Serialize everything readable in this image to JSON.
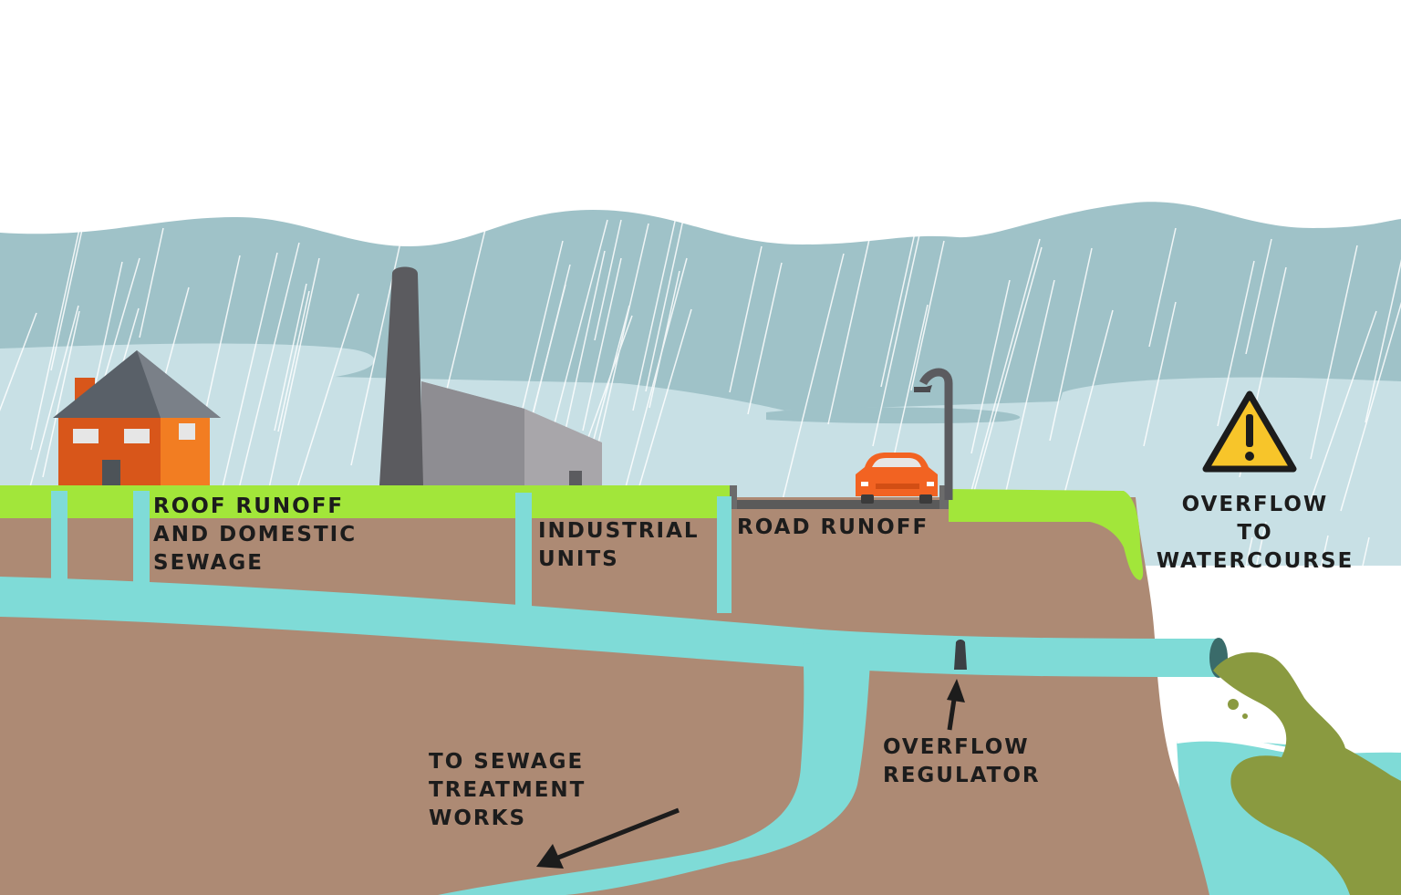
{
  "labels": {
    "roof_runoff": [
      "ROOF RUNOFF",
      "AND DOMESTIC",
      "SEWAGE"
    ],
    "industrial_units": [
      "INDUSTRIAL",
      "UNITS"
    ],
    "road_runoff": [
      "ROAD RUNOFF"
    ],
    "overflow_to_watercourse": [
      "OVERFLOW",
      "TO",
      "WATERCOURSE"
    ],
    "overflow_regulator": [
      "OVERFLOW",
      "REGULATOR"
    ],
    "to_sewage_treatment_works": [
      "TO SEWAGE",
      "TREATMENT",
      "WORKS"
    ]
  },
  "icons": {
    "warning": "warning-triangle-icon",
    "house": "house-icon",
    "factory": "factory-icon",
    "car": "car-icon",
    "street_lamp": "street-lamp-icon"
  },
  "colors": {
    "sky": "#ffffff",
    "far_hills": "#9fc2c8",
    "rain_haze": "#c8e0e5",
    "ground": "#ad8a74",
    "grass": "#a2e63a",
    "pipe_water": "#7fdbd7",
    "sewage": "#8a9a40",
    "house": "#e2651b",
    "roof": "#596068",
    "factory": "#9b9a9f",
    "chimney": "#5b5b5f",
    "car": "#f26322",
    "warning": "#f7c52a"
  }
}
